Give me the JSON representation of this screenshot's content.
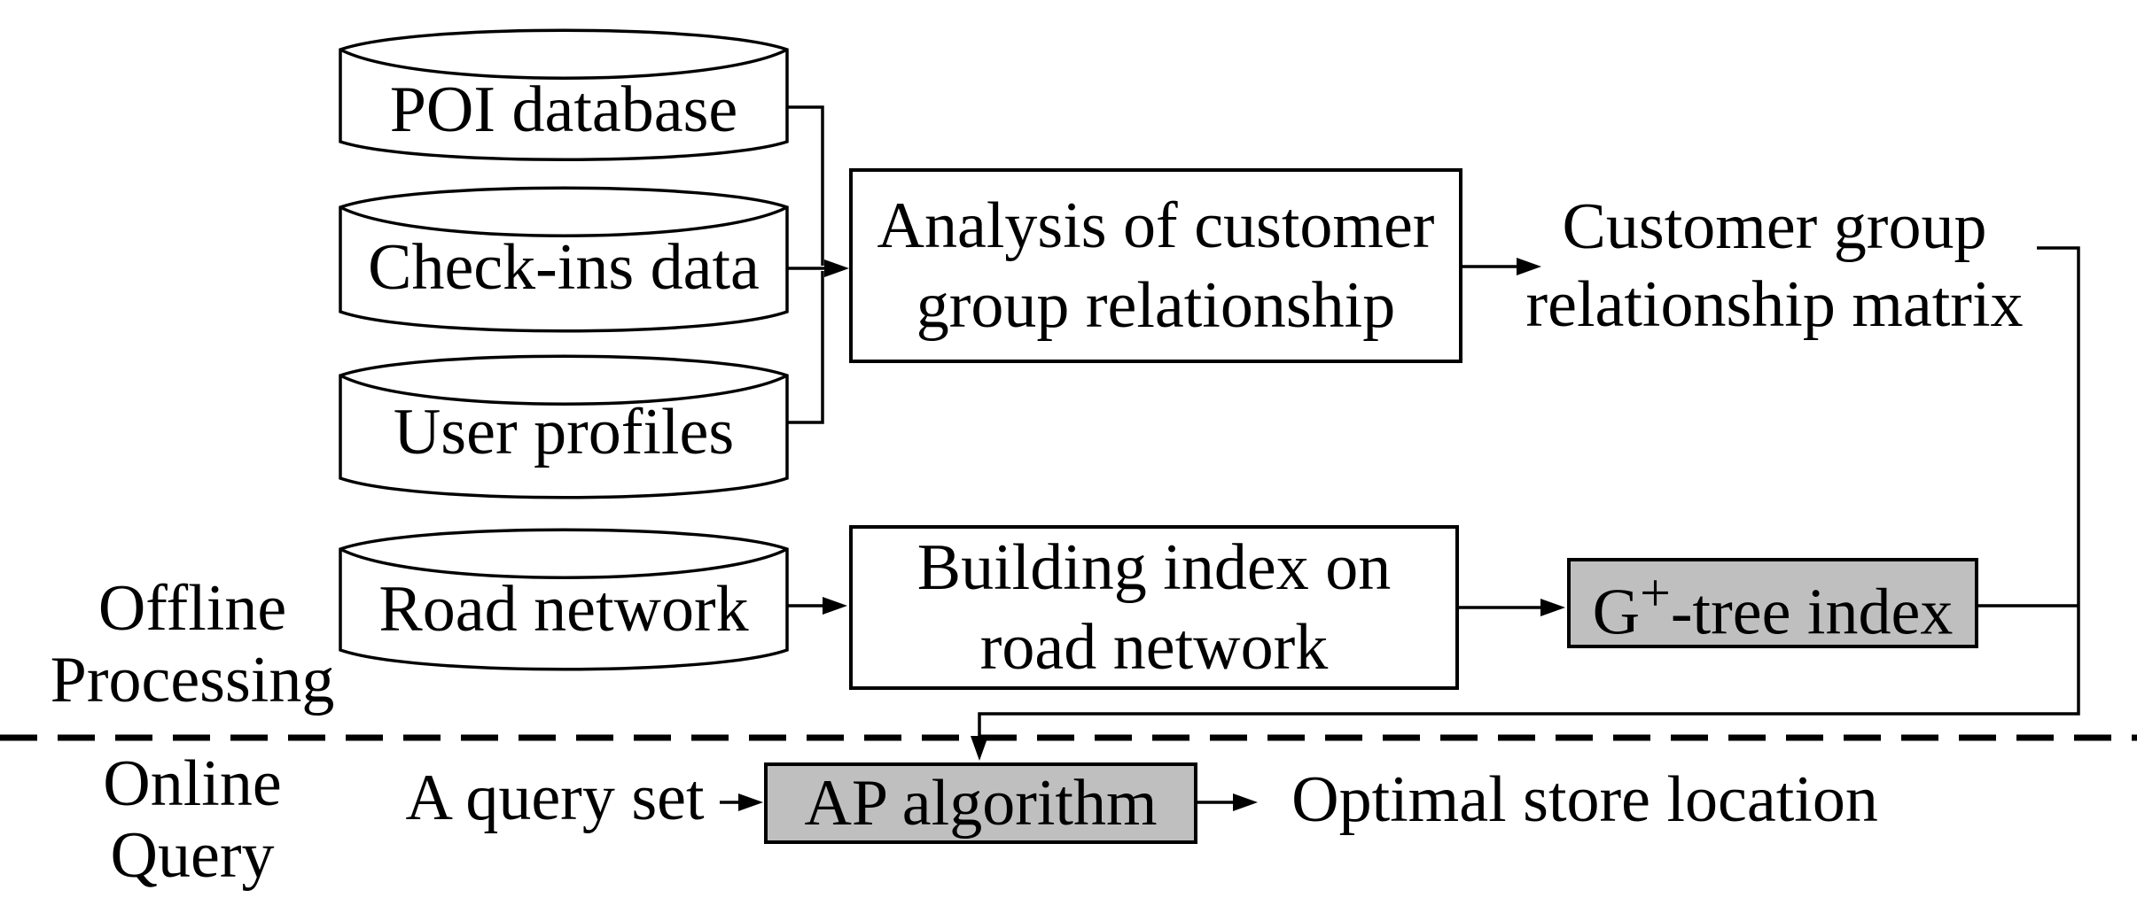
{
  "colors": {
    "highlight_gray": "#bfbfbf",
    "line_black": "#000000",
    "background": "#ffffff",
    "text": "#000000"
  },
  "sections": {
    "offline": {
      "line1": "Offline",
      "line2": "Processing"
    },
    "online": {
      "line1": "Online",
      "line2": "Query"
    }
  },
  "datastores": [
    {
      "label": "POI database"
    },
    {
      "label": "Check-ins data"
    },
    {
      "label": "User profiles"
    },
    {
      "label": "Road network"
    }
  ],
  "processes": {
    "analysis": {
      "line1": "Analysis of customer",
      "line2": "group relationship"
    },
    "building": {
      "line1": "Building index on",
      "line2": "road network"
    },
    "gtree": {
      "pre": "G",
      "sup": "+",
      "post": "-tree index"
    },
    "ap": {
      "label": "AP algorithm"
    }
  },
  "outputs": {
    "matrix": {
      "line1": "Customer group",
      "line2": "relationship matrix"
    },
    "optimal_location": "Optimal store location"
  },
  "inputs": {
    "query_set": "A query set"
  }
}
